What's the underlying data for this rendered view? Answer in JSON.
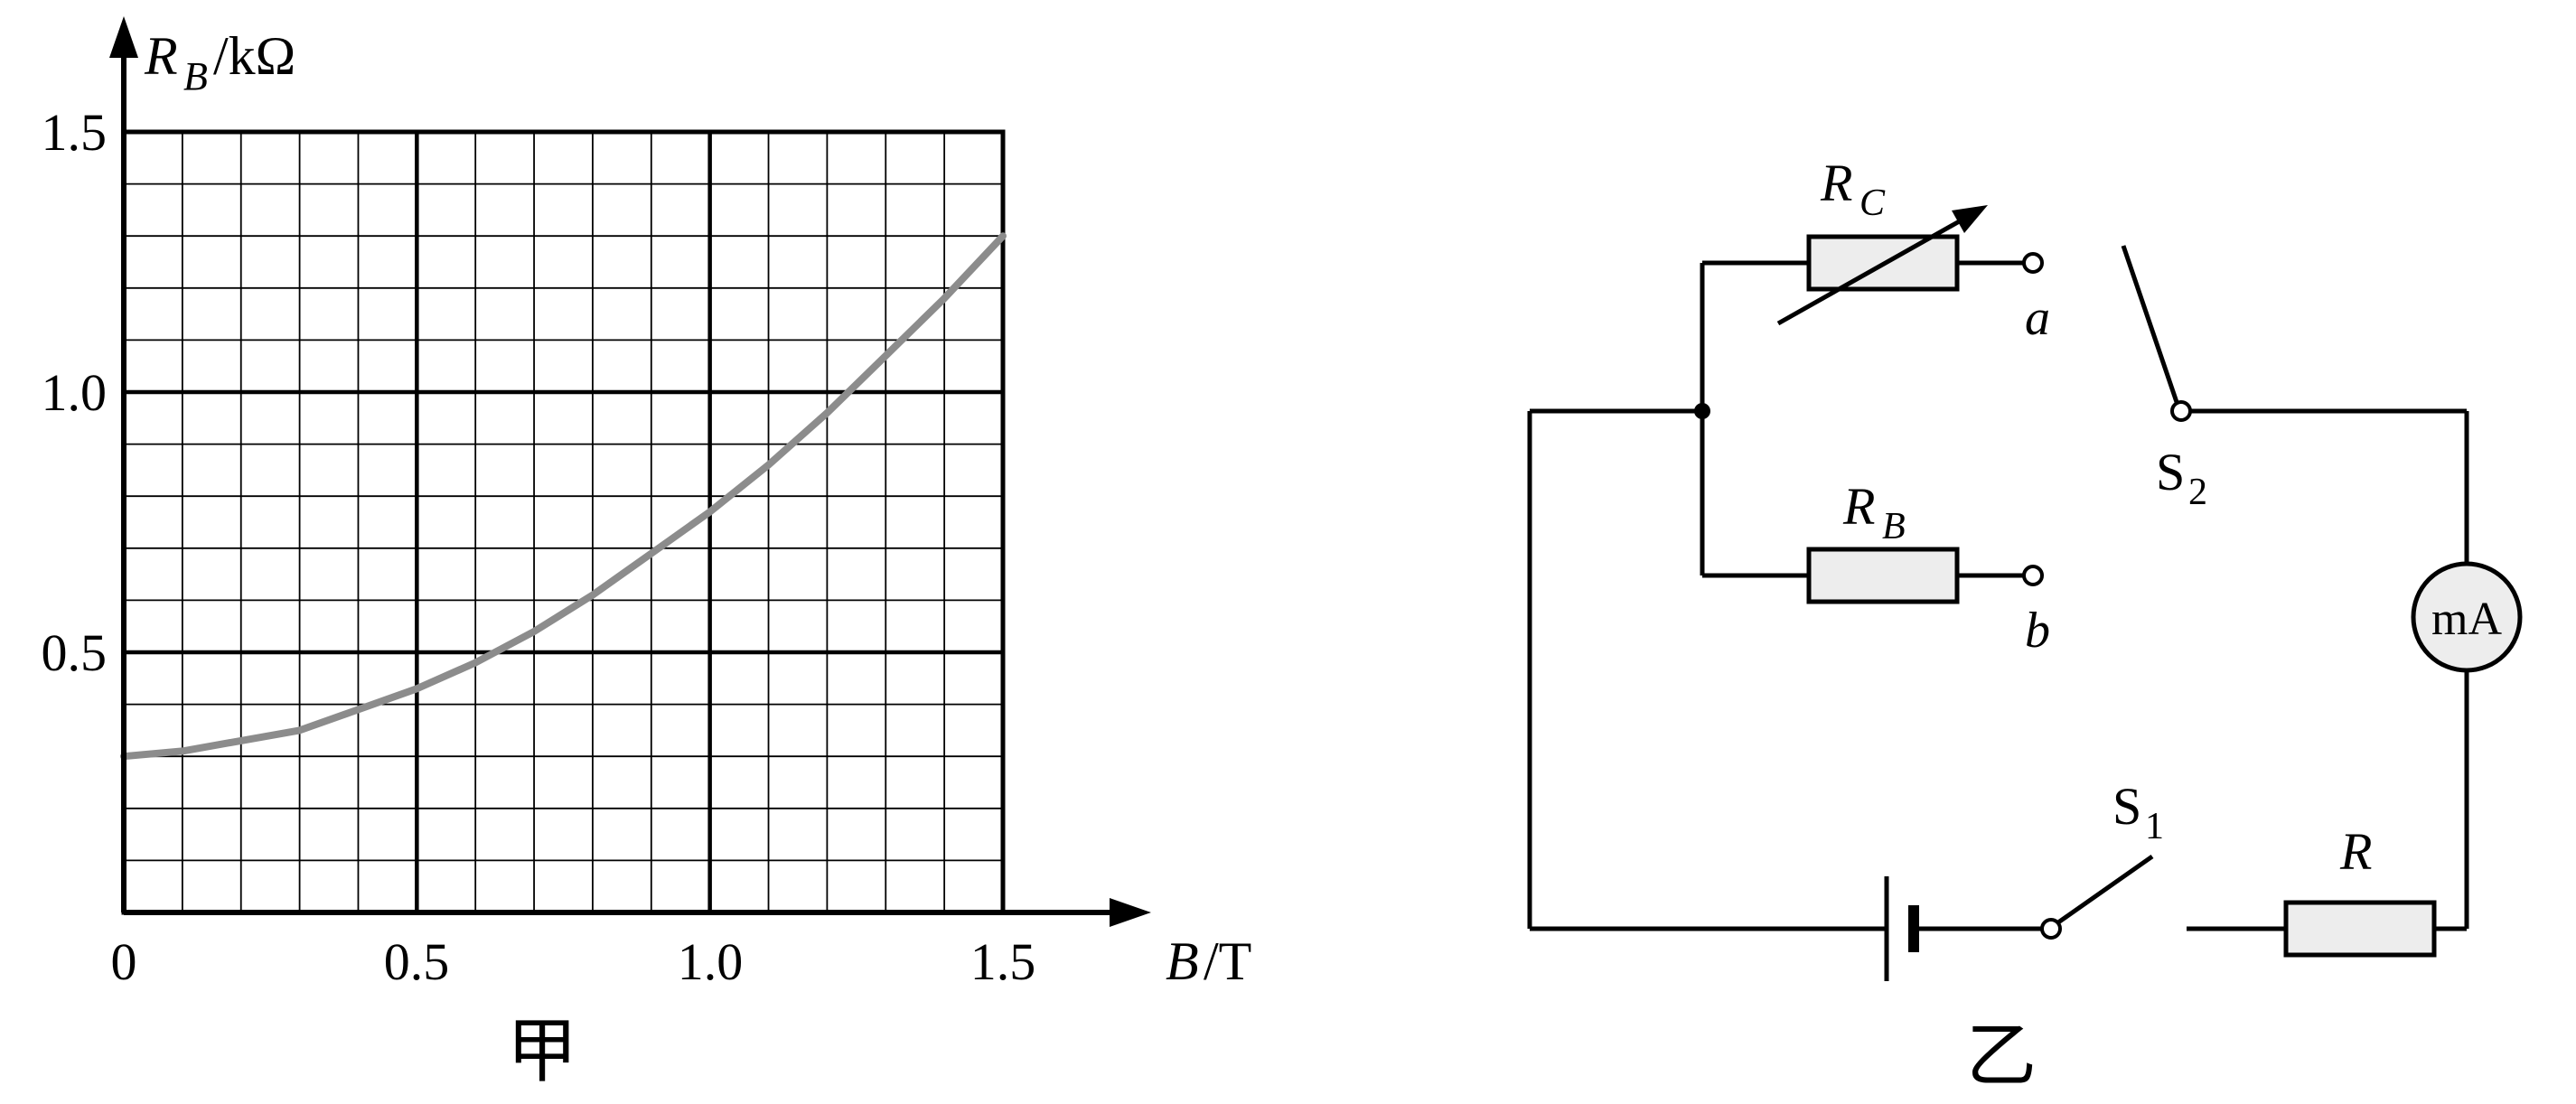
{
  "figure": {
    "background": "#ffffff",
    "left_caption": "甲",
    "right_caption": "乙"
  },
  "chart_data": {
    "type": "line",
    "title": "",
    "xlabel": {
      "main": "B",
      "unit": "/T"
    },
    "ylabel": {
      "main": "R",
      "sub": "B",
      "unit": "/kΩ"
    },
    "xlim": [
      0,
      1.5
    ],
    "ylim": [
      0,
      1.5
    ],
    "minor_step": 0.1,
    "major_step": 0.5,
    "grid": true,
    "legend": false,
    "x_ticks": [
      "0",
      "0.5",
      "1.0",
      "1.5"
    ],
    "y_ticks": [
      "0.5",
      "1.0",
      "1.5"
    ],
    "series": [
      {
        "name": "R_B versus B",
        "color": "#8c8c8c",
        "x": [
          0,
          0.1,
          0.2,
          0.3,
          0.4,
          0.5,
          0.6,
          0.7,
          0.8,
          0.9,
          1.0,
          1.1,
          1.2,
          1.3,
          1.4,
          1.5
        ],
        "y": [
          0.3,
          0.31,
          0.33,
          0.35,
          0.39,
          0.43,
          0.48,
          0.54,
          0.61,
          0.69,
          0.77,
          0.86,
          0.96,
          1.07,
          1.18,
          1.3
        ]
      }
    ]
  },
  "circuit": {
    "labels": {
      "rheostat": {
        "main": "R",
        "sub": "C"
      },
      "sensor_resistor": {
        "main": "R",
        "sub": "B"
      },
      "terminal_a": "a",
      "terminal_b": "b",
      "switch_top": {
        "main": "S",
        "sub": "2"
      },
      "switch_bottom": {
        "main": "S",
        "sub": "1"
      },
      "meter": "mA",
      "resistor": "R"
    }
  },
  "colors": {
    "wire": "#000000",
    "component_fill": "#ededed",
    "curve": "#8c8c8c"
  }
}
